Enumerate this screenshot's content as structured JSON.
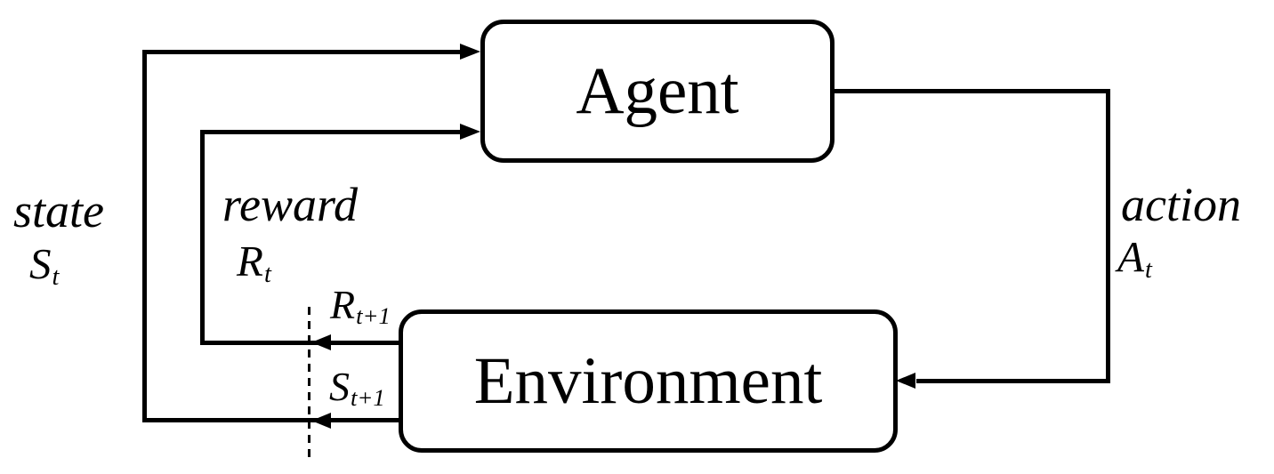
{
  "diagram": {
    "agent_box_label": "Agent",
    "environment_box_label": "Environment",
    "state_label": {
      "word": "state",
      "symbol": "S",
      "subscript": "t"
    },
    "reward_label": {
      "word": "reward",
      "symbol": "R",
      "subscript": "t"
    },
    "action_label": {
      "word": "action",
      "symbol": "A",
      "subscript": "t"
    },
    "next_reward_label": {
      "symbol": "R",
      "subscript": "t+1"
    },
    "next_state_label": {
      "symbol": "S",
      "subscript": "t+1"
    },
    "colors": {
      "line": "#000000",
      "text": "#000000",
      "box_border": "#000000",
      "box_fill": "#ffffff",
      "background": "#ffffff"
    }
  }
}
